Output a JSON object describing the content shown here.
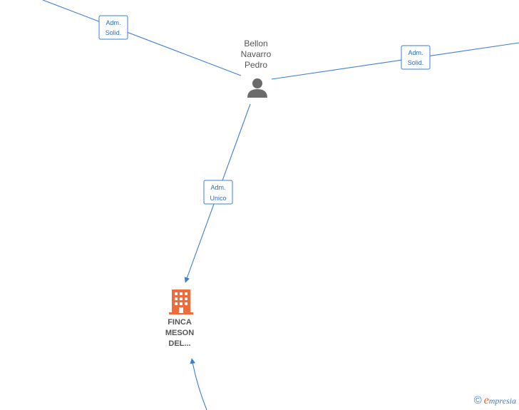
{
  "colors": {
    "edge": "#3b7fd0",
    "company": "#f06a3b",
    "person": "#6b6b6b"
  },
  "person": {
    "name_lines": [
      "Bellon",
      "Navarro",
      "Pedro"
    ],
    "icon": "person-icon"
  },
  "company": {
    "name_lines": [
      "FINCA",
      "MESON",
      "DEL..."
    ],
    "icon": "building-icon"
  },
  "edges": [
    {
      "id": "edge-left-to-person",
      "label_lines": [
        "Adm.",
        "Solid."
      ]
    },
    {
      "id": "edge-right-to-person",
      "label_lines": [
        "Adm.",
        "Solid."
      ]
    },
    {
      "id": "edge-person-to-company",
      "label_lines": [
        "Adm.",
        "Unico"
      ]
    },
    {
      "id": "edge-bottom-to-company",
      "label_lines": []
    }
  ],
  "brand": {
    "copyright": "©",
    "initial": "e",
    "rest": "mpresia"
  }
}
